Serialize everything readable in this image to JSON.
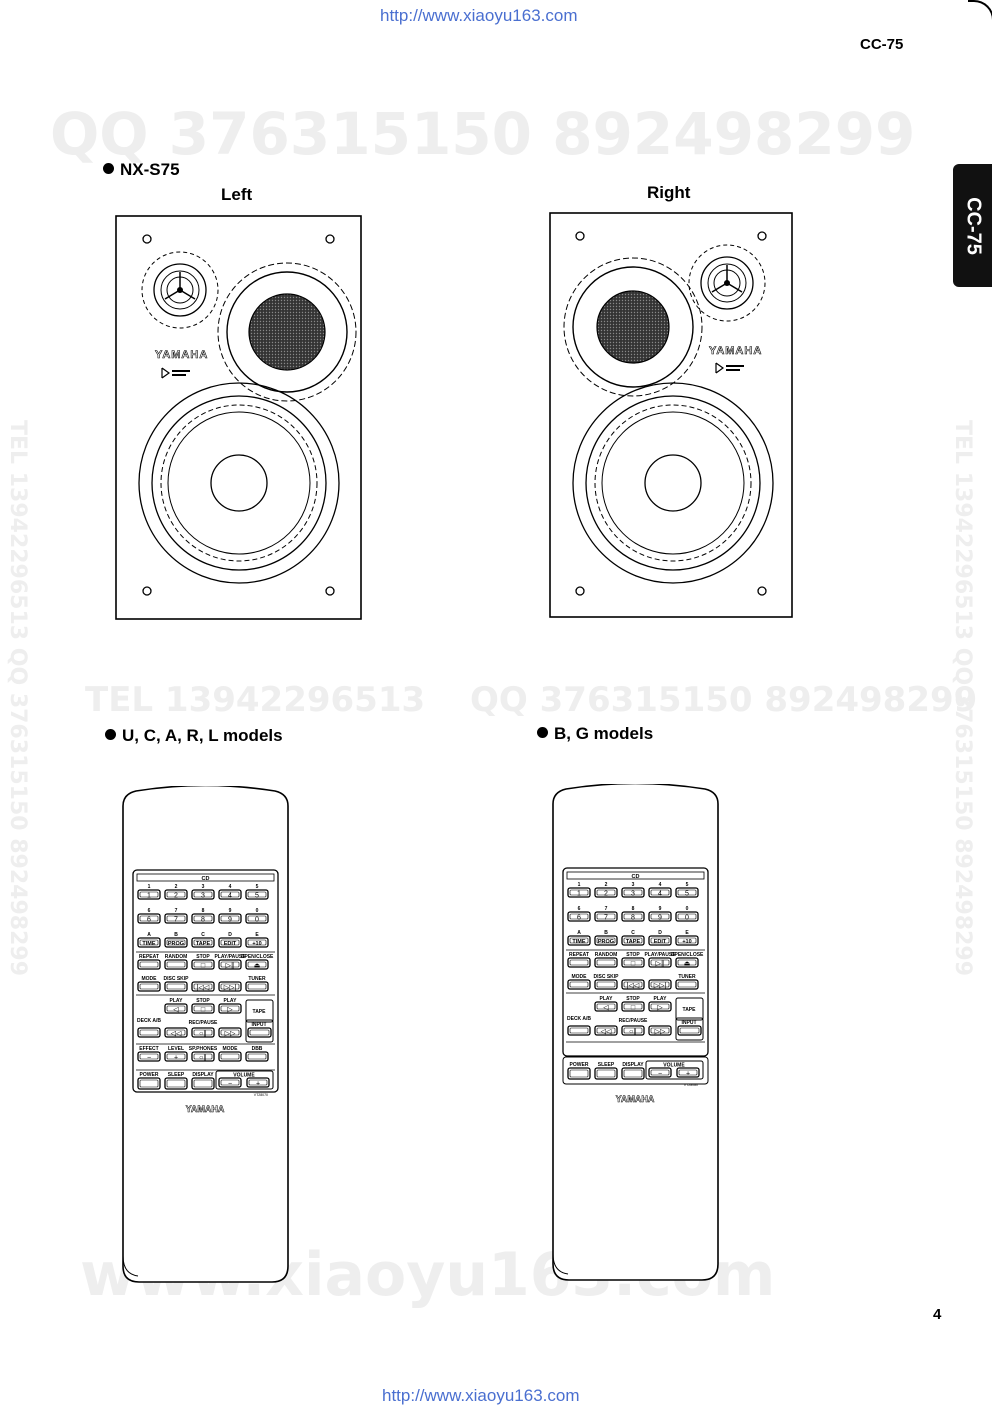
{
  "header": {
    "url_top": "http://www.xiaoyu163.com",
    "model_code": "CC-75",
    "tab_label": "CC-75"
  },
  "watermarks": {
    "qq_top": "QQ 376315150   892498299",
    "tel_mid": "TEL 13942296513",
    "qq_mid": "QQ 376315150 892498299",
    "bottom": "www.xiaoyu163.com",
    "side_left": "TEL 13942296513 QQ 376315150 892498299",
    "side_right": "TEL 13942296513 QQ 376315150 892498299"
  },
  "speakers": {
    "section_title": "NX-S75",
    "left_label": "Left",
    "right_label": "Right",
    "brand": "YAMAHA"
  },
  "remotes": {
    "left_title": "U, C, A, R, L models",
    "right_title": "B, G models",
    "panel_title": "CD",
    "num_labels_row1": [
      "1",
      "2",
      "3",
      "4",
      "5"
    ],
    "num_labels_row2": [
      "6",
      "7",
      "8",
      "9",
      "0"
    ],
    "letter_labels": [
      "A",
      "B",
      "C",
      "D",
      "E"
    ],
    "func_buttons": [
      "TIME",
      "PROG",
      "TAPE",
      "EDIT",
      "+10"
    ],
    "ctrl_labels": [
      "REPEAT",
      "RANDOM",
      "STOP",
      "PLAY/PAUSE",
      "OPEN/CLOSE"
    ],
    "mode_labels": [
      "MODE",
      "DISC SKIP",
      "",
      "",
      "TUNER"
    ],
    "deck_play_labels": [
      "PLAY",
      "STOP",
      "PLAY"
    ],
    "tape_label": "TAPE",
    "deck_label": "DECK A/B",
    "rec_pause_label": "REC/PAUSE",
    "input_label": "INPUT",
    "effect_labels": [
      "EFFECT",
      "LEVEL",
      "SP.PHONES",
      "MODE",
      "DBB"
    ],
    "power_labels": [
      "POWER",
      "SLEEP",
      "DISPLAY",
      "VOLUME"
    ],
    "model_left": "VT28070",
    "model_right": "VT28080",
    "brand": "YAMAHA"
  },
  "footer": {
    "page_number": "4",
    "url_bottom": "http://www.xiaoyu163.com"
  }
}
